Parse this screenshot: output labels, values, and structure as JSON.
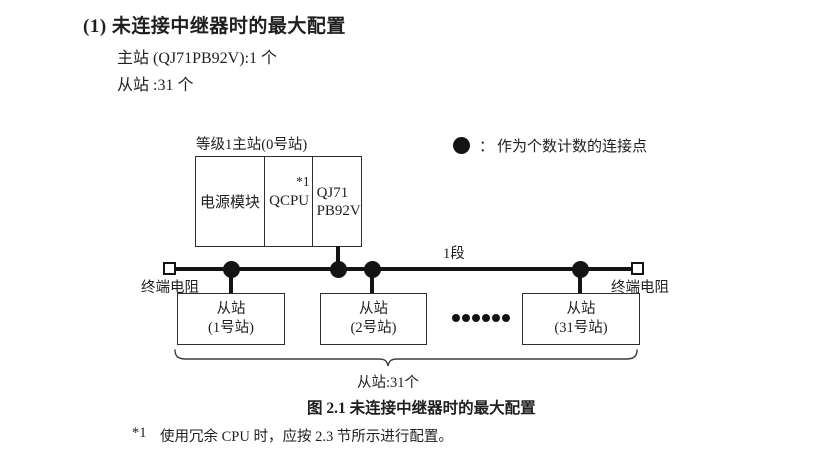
{
  "header": {
    "heading": "(1) 未连接中继器时的最大配置",
    "master_count_line": "主站 (QJ71PB92V):1 个",
    "slave_count_line": "从站 :31 个"
  },
  "diagram": {
    "master_station": {
      "label": "等级1主站(0号站)",
      "cells": [
        {
          "text": "电源模块"
        },
        {
          "text": "QCPU",
          "footnote_mark": "*1"
        },
        {
          "line1": "QJ71",
          "line2": "PB92V"
        }
      ]
    },
    "legend": {
      "colon": "：",
      "text": "作为个数计数的连接点"
    },
    "segment_label": "1段",
    "left_terminator_label": "终端电阻",
    "right_terminator_label": "终端电阻",
    "slaves": [
      {
        "line1": "从站",
        "line2": "(1号站)"
      },
      {
        "line1": "从站",
        "line2": "(2号站)"
      },
      {
        "line1": "从站",
        "line2": "(31号站)"
      }
    ],
    "ellipsis_dot_count": 6,
    "brace_label": "从站:31个"
  },
  "footer": {
    "caption": "图 2.1 未连接中继器时的最大配置",
    "footnote_mark": "*1",
    "footnote_text": "使用冗余 CPU 时，应按 2.3 节所示进行配置。"
  },
  "colors": {
    "ink": "#1f1f1f",
    "line": "#141414"
  }
}
